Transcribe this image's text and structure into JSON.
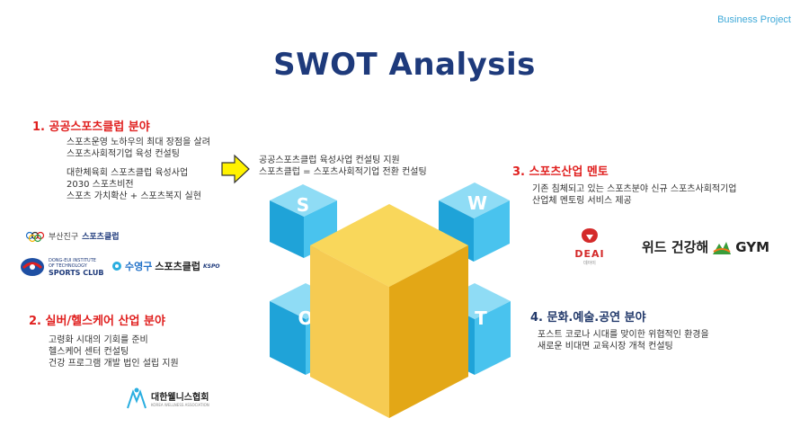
{
  "header": {
    "tag": "Business Project",
    "title": "SWOT Analysis"
  },
  "center_note": [
    "공공스포츠클럽 육성사업 컨설팅 지원",
    "스포츠클럽 = 스포츠사회적기업 전환 컨설팅"
  ],
  "sections": {
    "s1": {
      "title": "1. 공공스포츠클럽 분야",
      "lines_a": [
        "스포츠운영 노하우의 최대 장점을 살려",
        "스포츠사회적기업 육성 컨설팅"
      ],
      "lines_b": [
        "대한체육회 스포츠클럽 육성사업",
        "2030 스포츠비전",
        "스포츠 가치확산 + 스포츠복지 실현"
      ]
    },
    "s2": {
      "title": "2. 실버/헬스케어 산업 분야",
      "lines": [
        "고령화 시대의 기회를 준비",
        "헬스케어 센터 컨설팅",
        "건강 프로그램 개발 법인 설립 지원"
      ]
    },
    "s3": {
      "title": "3. 스포츠산업 멘토",
      "lines": [
        "기존 침체되고 있는 스포츠분야 신규 스포츠사회적기업",
        "산업체 멘토링 서비스 제공"
      ]
    },
    "s4": {
      "title": "4. 문화.예술.공연 분야",
      "lines": [
        "포스트 코로나 시대를 맞이한 위협적인 환경을",
        "새로운 비대면 교육시장 개척 컨설팅"
      ]
    }
  },
  "cube_letters": {
    "s": "S",
    "w": "W",
    "o": "O",
    "t": "T"
  },
  "logos": {
    "busanjin": {
      "prefix": "부산진구",
      "suffix": "스포츠클럽"
    },
    "dongeui": {
      "small": "DONG-EUI INSTITUTE OF TECHNOLOGY",
      "main": "SPORTS CLUB"
    },
    "suyeong": {
      "prefix": "수영구",
      "main": "스포츠클럽",
      "badge": "KSPO"
    },
    "deai": {
      "main": "DEAI",
      "sub": "데아이"
    },
    "wide": {
      "main": "위드 건강해",
      "gym": "GYM"
    },
    "wellness": {
      "main": "대한웰니스협회",
      "sub": "KOREA WELLNESS ASSOCIATION"
    }
  },
  "colors": {
    "title": "#1e3a7b",
    "section_red": "#e0201f",
    "cube_blue": "#2aaee0",
    "cube_yellow": "#f5c234",
    "arrow_yellow": "#fff200"
  }
}
